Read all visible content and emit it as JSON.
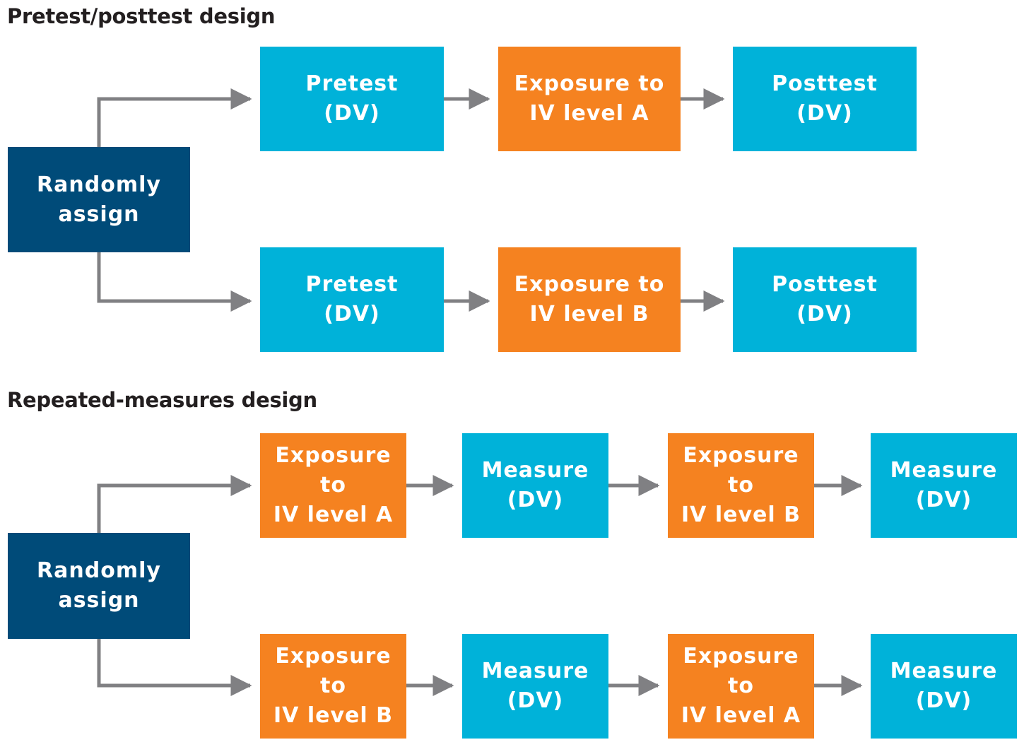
{
  "colors": {
    "assign": "#004b79",
    "measure": "#00b2d9",
    "exposure": "#f58220",
    "arrow": "#808083",
    "title": "#231f20"
  },
  "sections": [
    {
      "title": "Pretest/posttest design",
      "assign_label": "Randomly\nassign",
      "rows": [
        [
          "Pretest\n(DV)",
          "Exposure to\nIV level A",
          "Posttest\n(DV)"
        ],
        [
          "Pretest\n(DV)",
          "Exposure to\nIV level B",
          "Posttest\n(DV)"
        ]
      ]
    },
    {
      "title": "Repeated-measures design",
      "assign_label": "Randomly\nassign",
      "rows": [
        [
          "Exposure\nto\nIV level A",
          "Measure\n(DV)",
          "Exposure\nto\nIV level B",
          "Measure\n(DV)"
        ],
        [
          "Exposure\nto\nIV level B",
          "Measure\n(DV)",
          "Exposure\nto\nIV level A",
          "Measure\n(DV)"
        ]
      ]
    }
  ]
}
